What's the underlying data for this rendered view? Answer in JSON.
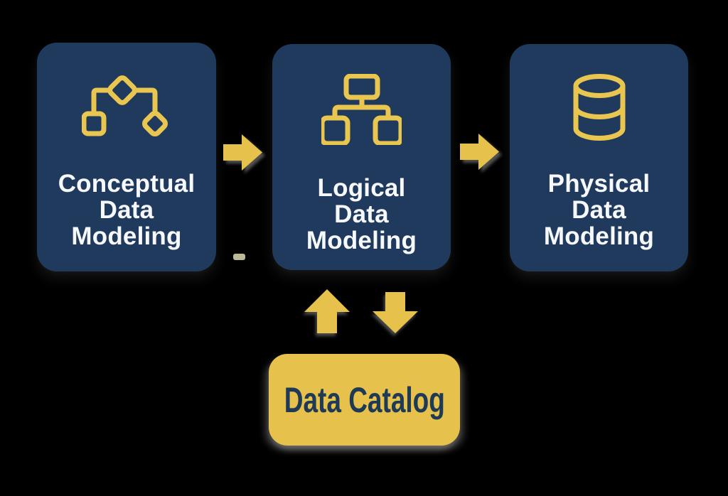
{
  "background_color": "#000000",
  "colors": {
    "card_fill": "#1f3a5c",
    "accent_yellow": "#e6c14b",
    "icon_stroke": "#e9c64f",
    "card_text": "#f6f8fb",
    "catalog_text": "#1e3a56"
  },
  "diagram": {
    "nodes": [
      {
        "id": "conceptual-data-modeling",
        "label": "Conceptual Data Modeling",
        "lines": [
          "Conceptual",
          "Data",
          "Modeling"
        ],
        "icon": "flow-shapes-icon"
      },
      {
        "id": "logical-data-modeling",
        "label": "Logical Data Modeling",
        "lines": [
          "Logical",
          "Data",
          "Modeling"
        ],
        "icon": "hierarchy-icon"
      },
      {
        "id": "physical-data-modeling",
        "label": "Physical Data Modeling",
        "lines": [
          "Physical",
          "Data",
          "Modeling"
        ],
        "icon": "database-icon"
      }
    ],
    "catalog": {
      "id": "data-catalog",
      "label": "Data Catalog"
    },
    "connections": [
      {
        "from": "conceptual-data-modeling",
        "to": "logical-data-modeling",
        "type": "arrow-right"
      },
      {
        "from": "logical-data-modeling",
        "to": "physical-data-modeling",
        "type": "arrow-right"
      },
      {
        "from": "data-catalog",
        "to": "logical-data-modeling",
        "type": "arrow-up"
      },
      {
        "from": "logical-data-modeling",
        "to": "data-catalog",
        "type": "arrow-down"
      }
    ]
  }
}
